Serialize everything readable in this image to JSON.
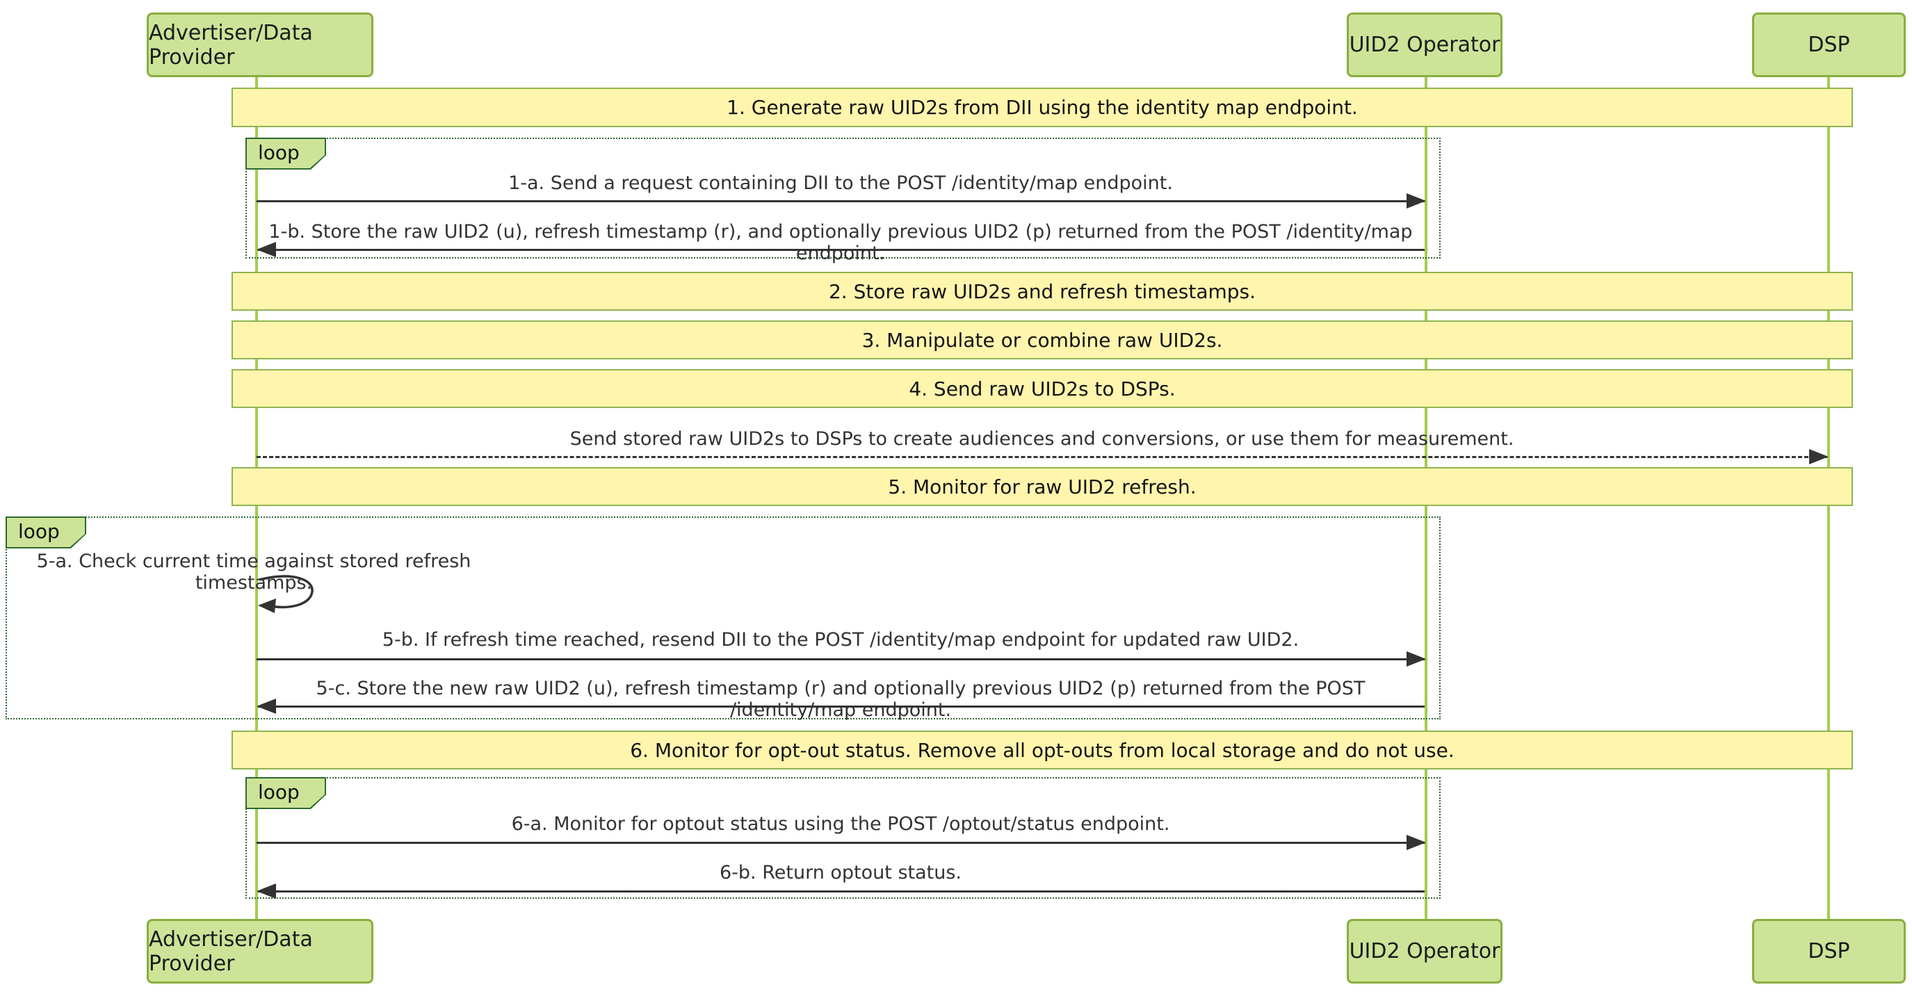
{
  "diagram": {
    "type": "sequence",
    "loop_label": "loop",
    "actors": [
      {
        "id": "advertiser",
        "label": "Advertiser/Data Provider"
      },
      {
        "id": "uid2-operator",
        "label": "UID2 Operator"
      },
      {
        "id": "dsp",
        "label": "DSP"
      }
    ],
    "notes": [
      {
        "text": "1. Generate raw UID2s from DII using the identity map endpoint."
      },
      {
        "text": "2. Store raw UID2s and refresh timestamps."
      },
      {
        "text": "3. Manipulate or combine raw UID2s."
      },
      {
        "text": "4. Send raw UID2s to DSPs."
      },
      {
        "text": "5. Monitor for raw UID2 refresh."
      },
      {
        "text": "6. Monitor for opt-out status. Remove all opt-outs from local storage and do not use."
      }
    ],
    "messages": [
      {
        "id": "1-a",
        "from": "advertiser",
        "to": "uid2-operator",
        "style": "solid",
        "text": "1-a. Send a request containing DII to the POST /identity/map endpoint."
      },
      {
        "id": "1-b",
        "from": "uid2-operator",
        "to": "advertiser",
        "style": "solid",
        "text": "1-b. Store the raw UID2 (u), refresh timestamp (r), and optionally previous UID2 (p) returned from the POST /identity/map endpoint."
      },
      {
        "id": "send-to-dsp",
        "from": "advertiser",
        "to": "dsp",
        "style": "dashed",
        "text": "Send stored raw UID2s to DSPs to create audiences and conversions, or use them for measurement."
      },
      {
        "id": "5-a",
        "from": "advertiser",
        "to": "advertiser",
        "style": "self",
        "text": "5-a. Check current time against stored refresh timestamps."
      },
      {
        "id": "5-b",
        "from": "advertiser",
        "to": "uid2-operator",
        "style": "solid",
        "text": "5-b. If refresh time reached, resend DII to the POST /identity/map endpoint for updated raw UID2."
      },
      {
        "id": "5-c",
        "from": "uid2-operator",
        "to": "advertiser",
        "style": "solid",
        "text": "5-c. Store the new raw UID2 (u), refresh timestamp (r) and optionally previous UID2 (p) returned from the POST /identity/map endpoint."
      },
      {
        "id": "6-a",
        "from": "advertiser",
        "to": "uid2-operator",
        "style": "solid",
        "text": "6-a. Monitor for optout status using the POST /optout/status endpoint."
      },
      {
        "id": "6-b",
        "from": "uid2-operator",
        "to": "advertiser",
        "style": "solid",
        "text": "6-b. Return optout status."
      }
    ],
    "colors": {
      "actor_fill": "#cde498",
      "actor_border": "#8aad3f",
      "lifeline": "#a3cd4e",
      "note_fill": "#fff5ad",
      "note_border": "#8fb450",
      "loop_border": "#2e6930",
      "signal": "#333333"
    }
  }
}
